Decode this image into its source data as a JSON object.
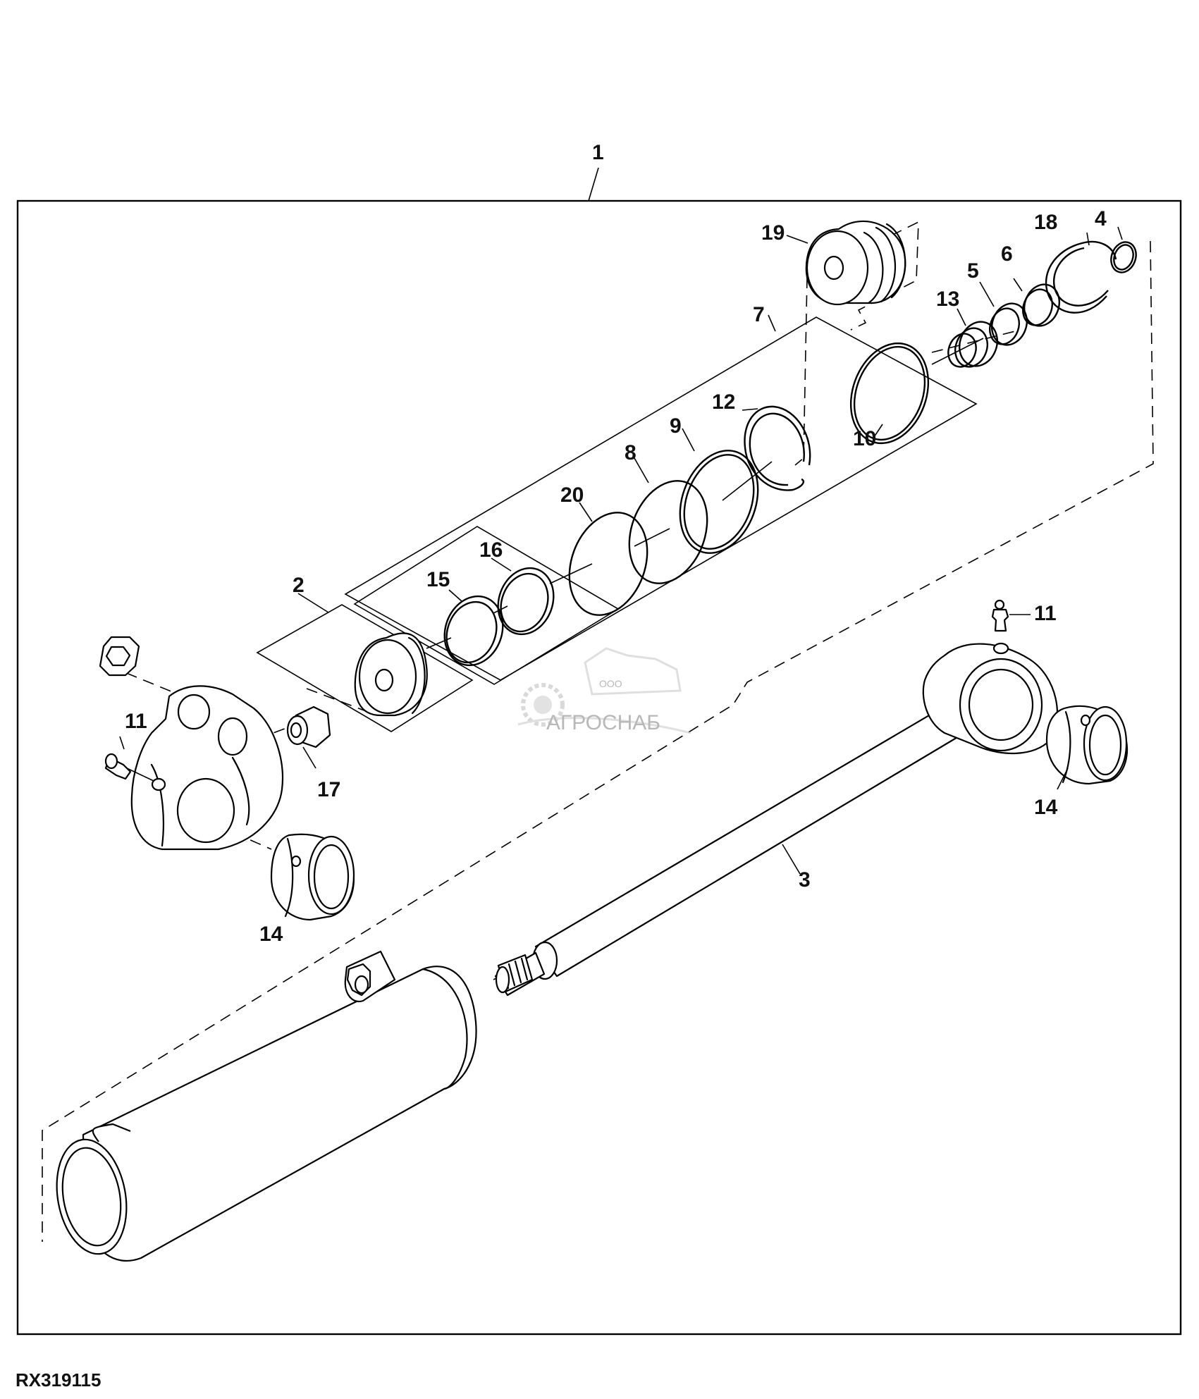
{
  "figure_id": "RX319115",
  "watermark": {
    "small": "ООО",
    "main": "АГРОСНАБ"
  },
  "callouts": {
    "c1": "1",
    "c2": "2",
    "c3": "3",
    "c4": "4",
    "c5": "5",
    "c6": "6",
    "c7": "7",
    "c8": "8",
    "c9": "9",
    "c10": "10",
    "c11a": "11",
    "c11b": "11",
    "c12": "12",
    "c13": "13",
    "c14a": "14",
    "c14b": "14",
    "c15": "15",
    "c16": "16",
    "c17": "17",
    "c18": "18",
    "c19": "19",
    "c20": "20"
  }
}
